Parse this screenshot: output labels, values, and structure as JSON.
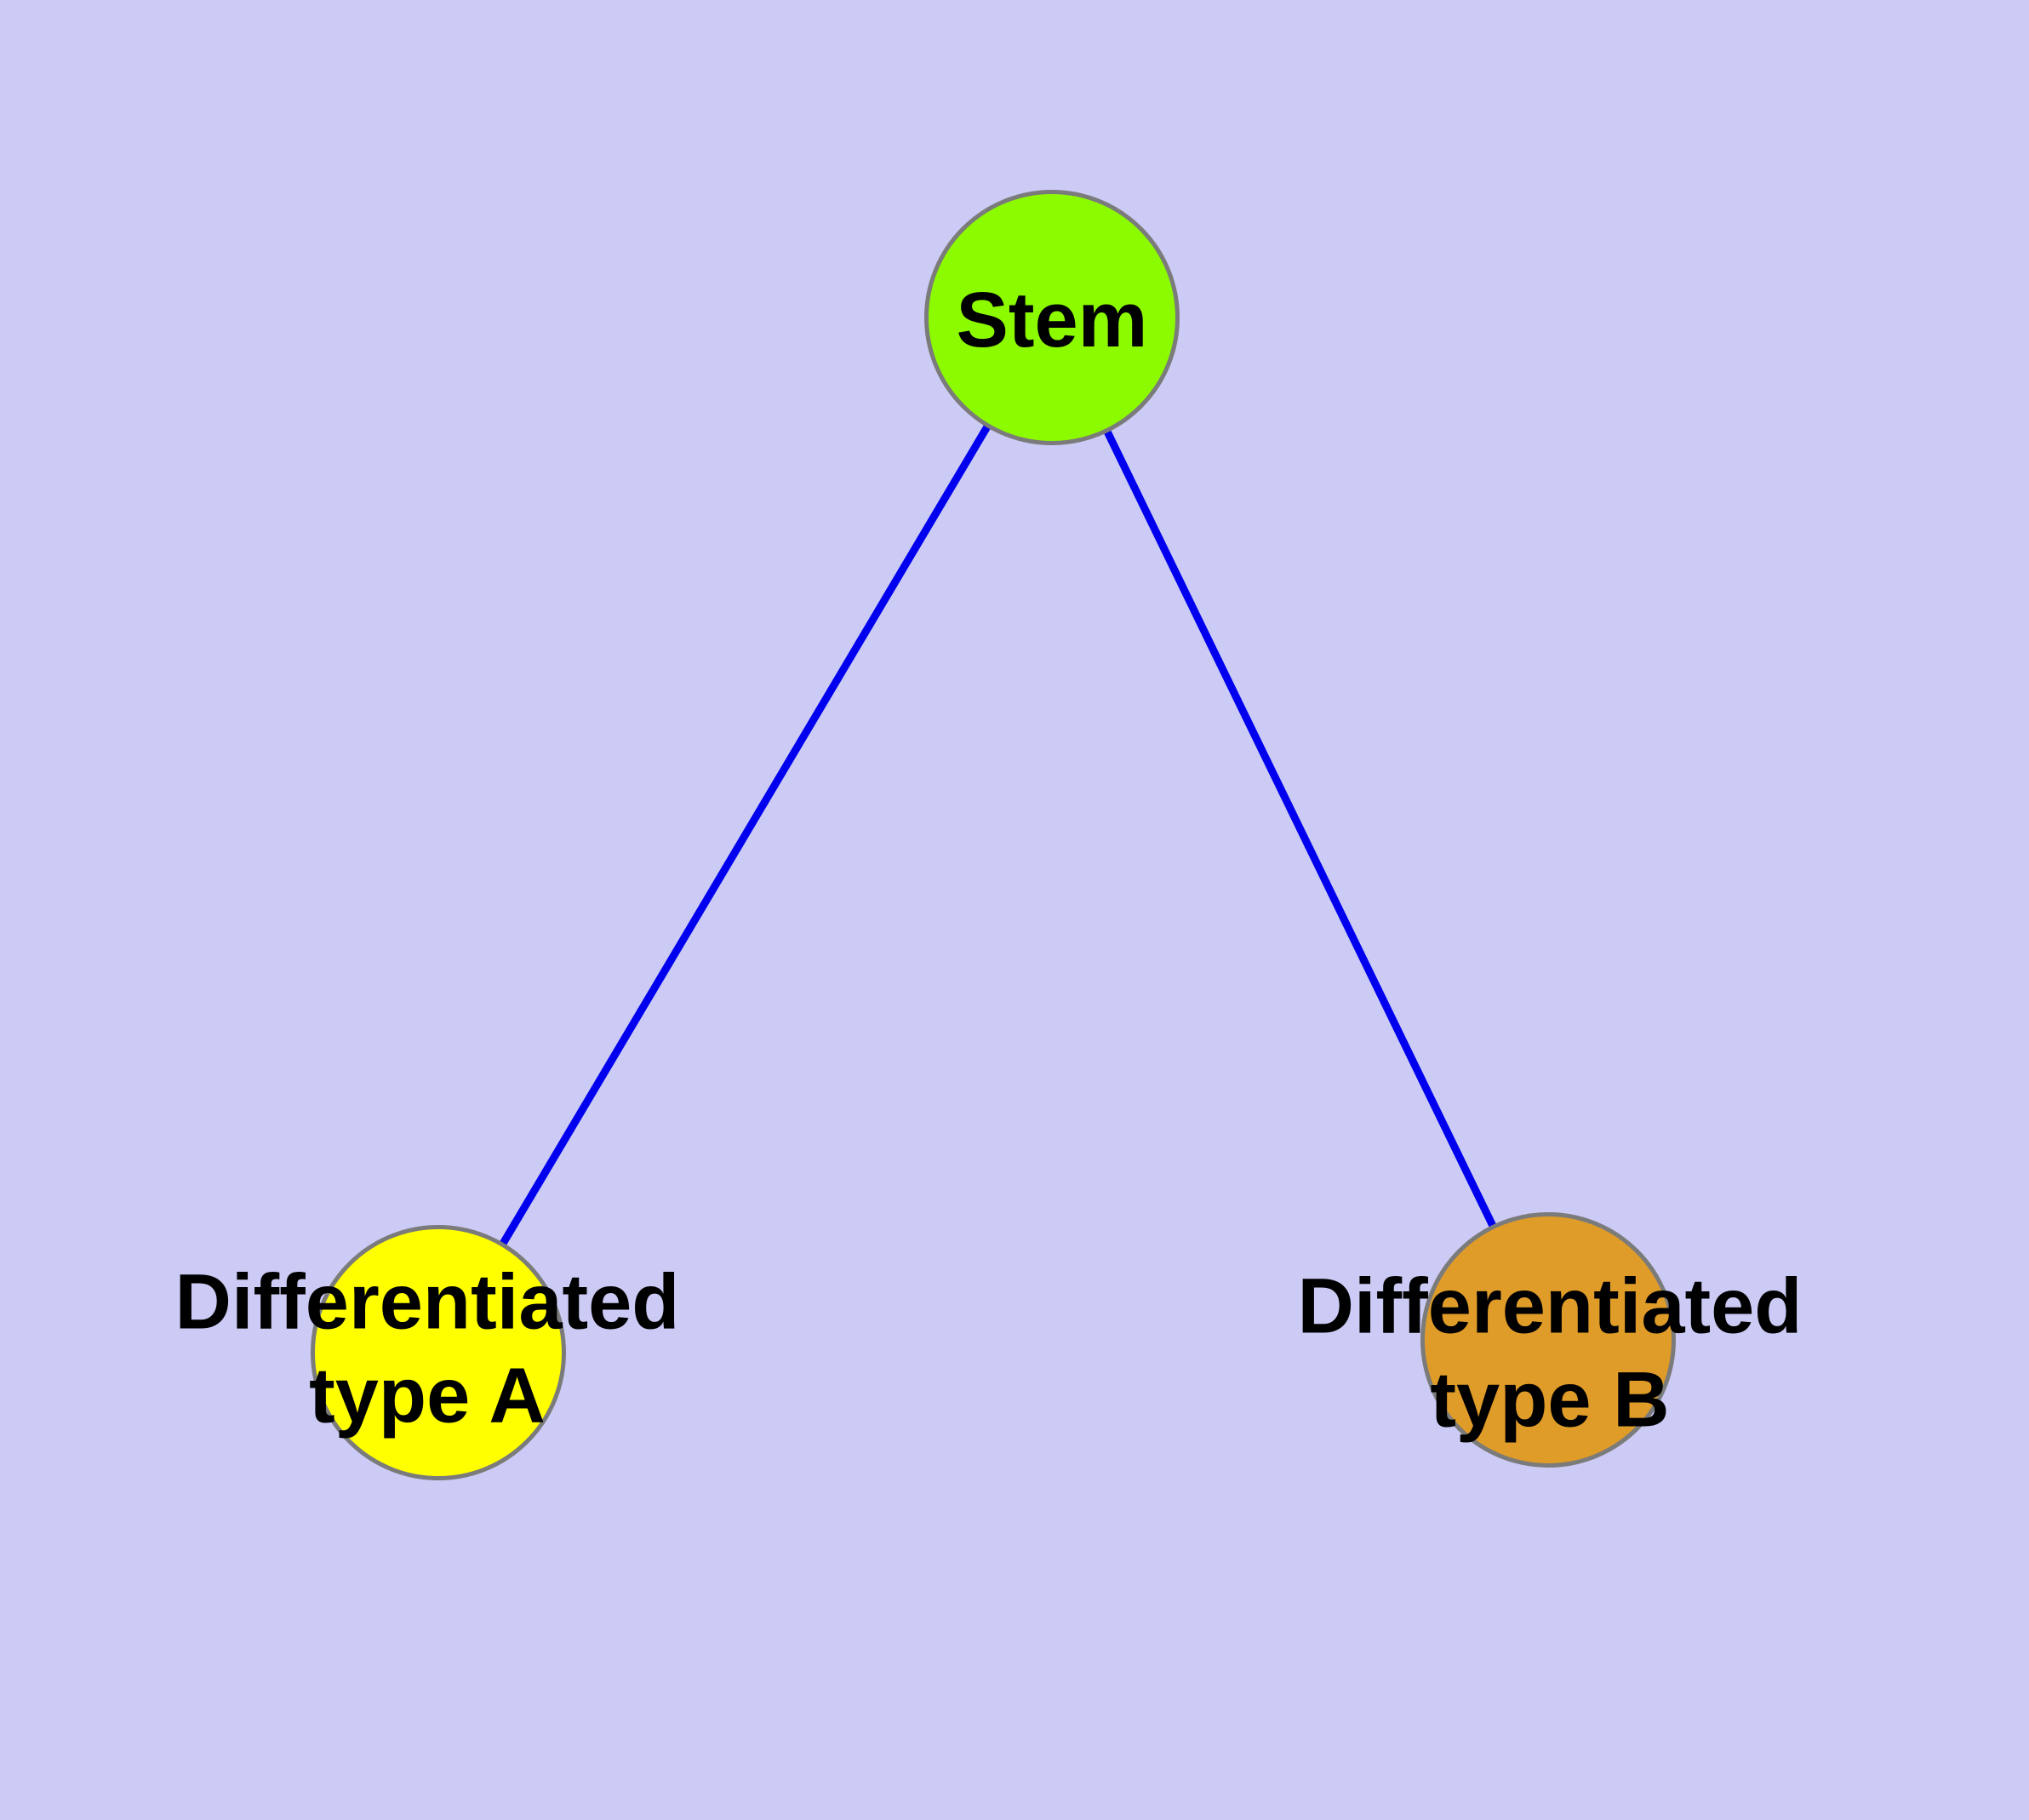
{
  "diagram": {
    "type": "node-link-graph",
    "background_color": "#cbcbf5",
    "edge_color": "#0000ee",
    "node_border_color": "#7b7b7b",
    "label_color": "#000000",
    "nodes": [
      {
        "id": "stem",
        "label": "Stem",
        "fill": "#8cfb00"
      },
      {
        "id": "diff-a",
        "label": "Differentiated\ntype A",
        "fill": "#ffff00"
      },
      {
        "id": "diff-b",
        "label": "Differentiated\ntype B",
        "fill": "#e09c28"
      }
    ],
    "edges": [
      {
        "from": "Stem",
        "to": "Differentiated type A"
      },
      {
        "from": "Stem",
        "to": "Differentiated type B"
      }
    ]
  }
}
